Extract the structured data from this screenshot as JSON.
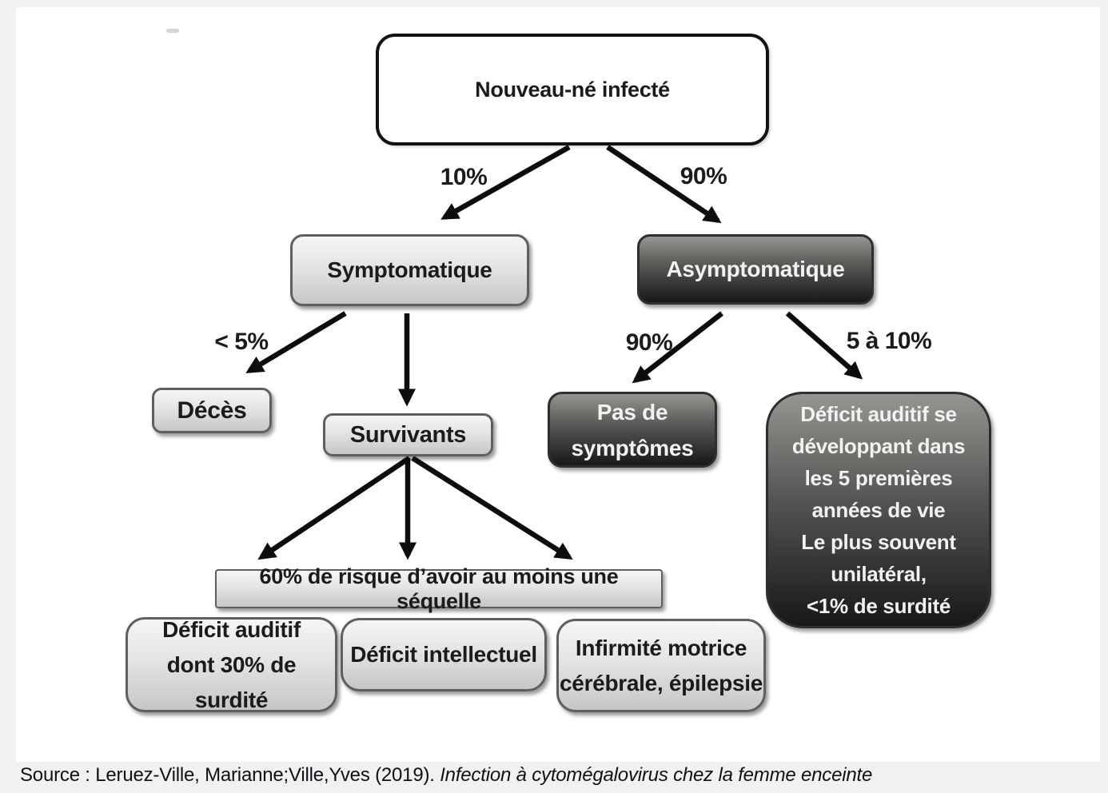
{
  "diagram": {
    "nodes": {
      "root": "Nouveau-né infecté",
      "symptomatique": "Symptomatique",
      "asymptomatique": "Asymptomatique",
      "deces": "Décès",
      "survivants": "Survivants",
      "pas_de_symptomes": "Pas de\nsymptômes",
      "deficit_auditif_tardif": "Déficit auditif se\ndéveloppant dans\nles 5 premières\nannées de vie\nLe plus souvent\nunilatéral,\n<1% de surdité",
      "sequelle": "60% de risque d’avoir au moins une séquelle",
      "deficit_auditif": "Déficit auditif\ndont 30% de surdité",
      "deficit_intellectuel": "Déficit intellectuel",
      "infirmite_motrice": "Infirmité motrice\ncérébrale, épilepsie"
    },
    "edge_labels": {
      "symptomatique_pct": "10%",
      "asymptomatique_pct": "90%",
      "deces_pct": "< 5%",
      "pas_de_symptomes_pct": "90%",
      "deficit_pct": "5 à 10%"
    },
    "colors": {
      "frame_bg": "#f1f1f2",
      "canvas_bg": "#ffffff",
      "light_box_top": "#f5f5f3",
      "light_box_bottom": "#c6c6c4",
      "dark_box_top": "#959592",
      "dark_box_bottom": "#181818",
      "arrow": "#0d0d0d"
    }
  },
  "footer": {
    "source_text": "Source : Leruez-Ville, Marianne;Ville,Yves (2019). ",
    "source_title_italic": "Infection à cytomégalovirus chez la femme enceinte"
  }
}
